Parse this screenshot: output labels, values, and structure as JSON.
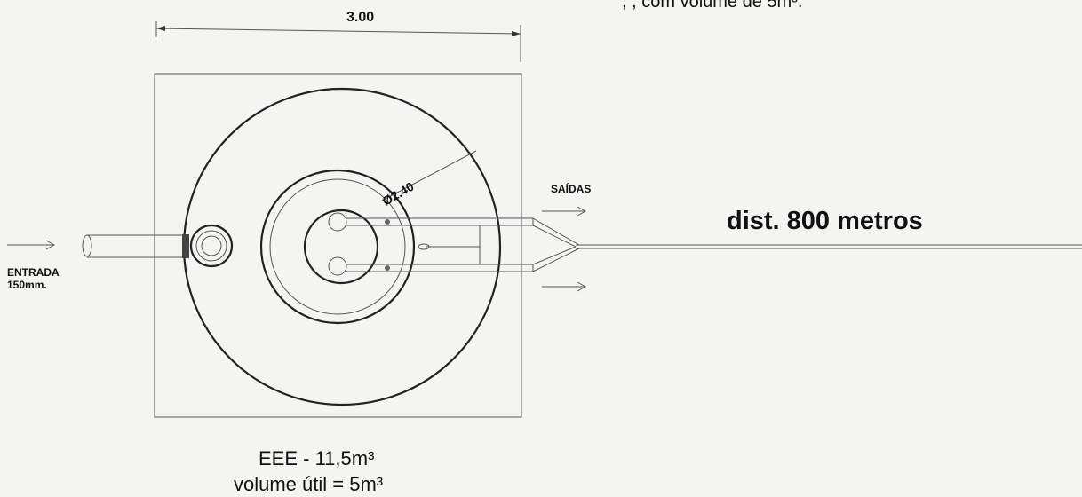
{
  "top_caption": ", , com volume de 5m³.",
  "dimension_width": "3.00",
  "diameter_label": "Ø2.40",
  "inlet": {
    "label": "ENTRADA",
    "size": "150mm."
  },
  "outlet_label": "SAÍDAS",
  "distance_label": "dist. 800 metros",
  "station": {
    "title": "EEE - 11,5m³",
    "useful_volume": "volume útil = 5m³"
  }
}
